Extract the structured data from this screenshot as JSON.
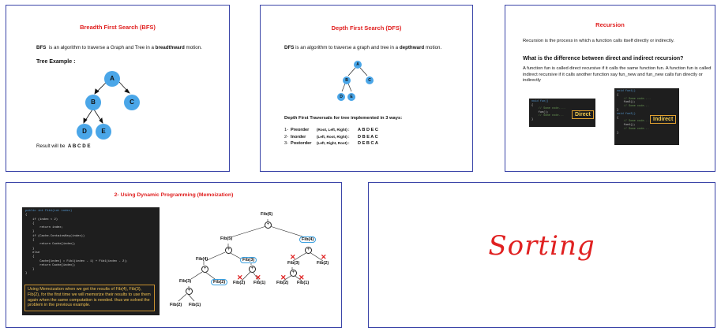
{
  "slides": {
    "bfs": {
      "title": "Breadth First Search (BFS)",
      "def_abbr": "BFS",
      "def_mid": "is an algorithm to traverse a Graph and Tree in a",
      "def_bold": "breadthward",
      "def_end": "motion.",
      "example_label": "Tree Example :",
      "nodes": [
        "A",
        "B",
        "C",
        "D",
        "E"
      ],
      "result_label": "Result will be",
      "result_value": "A B C D E"
    },
    "dfs": {
      "title": "Depth First Search (DFS)",
      "def_abbr": "DFS",
      "def_mid": "is an algorithm to traverse a graph and tree in a",
      "def_bold": "depthward",
      "def_end": "motion.",
      "nodes": [
        "A",
        "B",
        "C",
        "D",
        "E"
      ],
      "traversals_heading": "Depth First Traversals for tree implemented in 3 ways:",
      "traversals": [
        {
          "num": "1-",
          "name": "Preorder",
          "order": "(Root, Left, Right) :",
          "result": "A B D E C"
        },
        {
          "num": "2-",
          "name": "Inorder",
          "order": "(Left, Root, Right) :",
          "result": "D B E A C"
        },
        {
          "num": "3-",
          "name": "Postorder",
          "order": "(Left, Right, Root) :",
          "result": "D E B C A"
        }
      ]
    },
    "recursion": {
      "title": "Recursion",
      "intro": "Recursion is the process in which a function calls itself directly or indirectly.",
      "question": "What is the difference between direct and indirect recursion?",
      "answer": "A function fun is called direct recursive if it calls the same function fun. A function fun is called indirect recursive if it calls another function say fun_new and fun_new calls fun directly or indirectly",
      "direct_label": "Direct",
      "indirect_label": "Indirect",
      "direct_code": [
        "void fun()",
        "{",
        "    // Some code....",
        "    fun();",
        "    // Some code...",
        "}"
      ],
      "indirect_code": [
        "void fun1()",
        "{",
        "    // Some code....",
        "    fun2();",
        "    // Some code...",
        "}",
        "void fun2()",
        "{",
        "    // Some code....",
        "    fun1();",
        "    // Some code...",
        "}"
      ]
    },
    "memo": {
      "title": "2- Using Dynamic Programming (Memoization)",
      "code": [
        "public int Fib1(int index)",
        "{",
        "    if (index < 2)",
        "    {",
        "        return index;",
        "    }",
        "    if (Cache.ContainsKey(index))",
        "    {",
        "        return Cache[index];",
        "    }",
        "    else",
        "    {",
        "        Cache[index] = Fib1(index - 1) + Fib1(index - 2);",
        "        return Cache[index];",
        "    }",
        "}"
      ],
      "note": "Using Memoization when we get the results of Fib(4), Fib(3), Fib(2), for the first time we will memorize their results to use them again when the same computation is needed. thus we solved the problem in the previous example.",
      "tree": {
        "root": "Fib(6)",
        "l1_left": "Fib(5)",
        "l1_right": "Fib(4)",
        "l2_left": "Fib(4)",
        "l2_mid": "Fib(3)",
        "l2_r1": "Fib(3)",
        "l2_r2": "Fib(2)",
        "l3_left": "Fib(3)",
        "l3_mid": "Fib(2)",
        "l3_a": "Fib(2)",
        "l3_b": "Fib(1)",
        "l3_c": "Fib(2)",
        "l3_d": "Fib(1)",
        "l4_a": "Fib(2)",
        "l4_b": "Fib(1)",
        "plus": "+"
      }
    },
    "sorting": {
      "title": "Sorting"
    }
  }
}
